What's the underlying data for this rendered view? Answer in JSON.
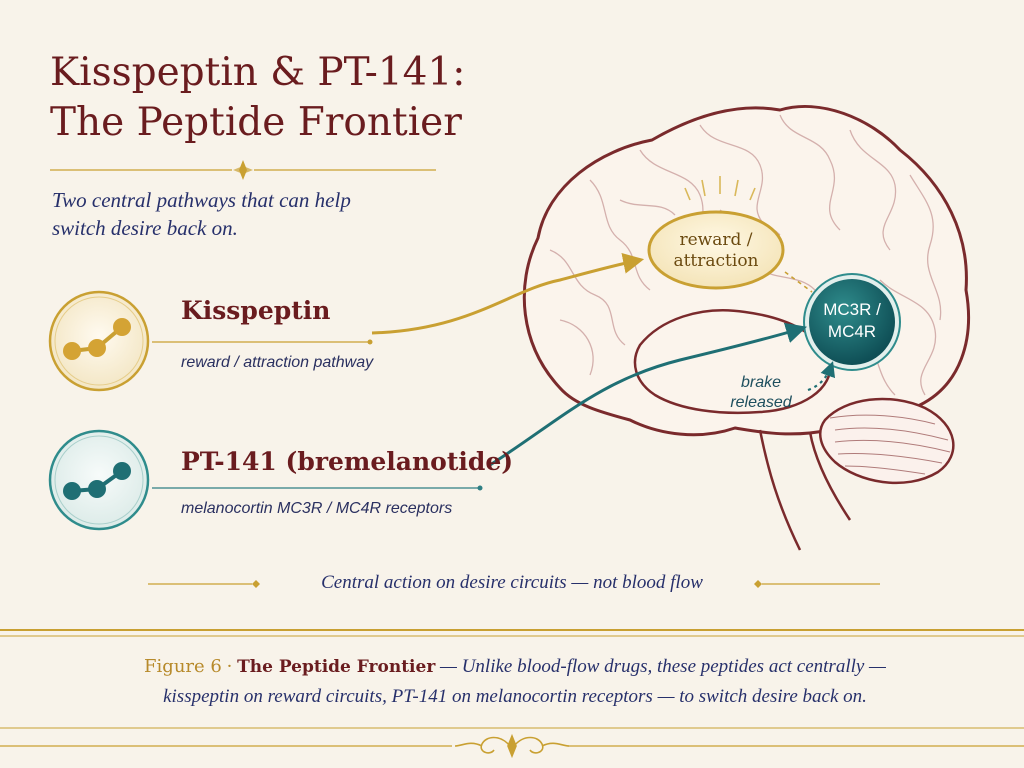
{
  "title": {
    "line1": "Kisspeptin & PT-141:",
    "line2": "The Peptide Frontier"
  },
  "subtitle": {
    "line1": "Two central pathways that can help",
    "line2": "switch desire back on."
  },
  "peptides": [
    {
      "name": "Kisspeptin",
      "description": "reward / attraction pathway",
      "color": "#c9a032",
      "icon": "molecule-icon"
    },
    {
      "name": "PT-141 (bremelanotide)",
      "description": "melanocortin MC3R / MC4R receptors",
      "color": "#1f6f74",
      "icon": "molecule-icon"
    }
  ],
  "brain": {
    "reward_node": {
      "line1": "reward /",
      "line2": "attraction"
    },
    "receptor_node": {
      "line1": "MC3R /",
      "line2": "MC4R"
    },
    "brake_label": {
      "line1": "brake",
      "line2": "released"
    }
  },
  "footer_note": "Central action on desire circuits — not blood flow",
  "caption": {
    "figure_label": "Figure 6",
    "separator": "·",
    "figure_title": "The Peptide Frontier",
    "text_line1": "— Unlike blood-flow drugs, these peptides act centrally —",
    "text_line2": "kisspeptin on reward circuits, PT-141 on melanocortin receptors — to switch desire back on."
  },
  "colors": {
    "background": "#f8f3ea",
    "title": "#6a1c1f",
    "navy": "#27306b",
    "gold": "#c9a032",
    "teal": "#1f6f74",
    "brain_outline": "#7a2a2c"
  }
}
